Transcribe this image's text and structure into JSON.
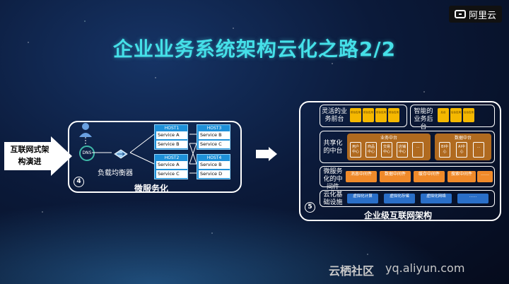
{
  "brand": {
    "logo_text": "阿里云"
  },
  "title": "企业业务系统架构云化之路2/2",
  "evolution": {
    "label": "互联网式架构演进"
  },
  "microservice": {
    "badge": "4",
    "caption": "微服务化",
    "dns_label": "DNS",
    "lb_label": "负载均衡器",
    "hosts": [
      {
        "name": "HOST1",
        "services": [
          "Service A",
          "Service B"
        ]
      },
      {
        "name": "HOST3",
        "services": [
          "Service B",
          "Service C"
        ]
      },
      {
        "name": "HOST2",
        "services": [
          "Service A",
          "Service C"
        ]
      },
      {
        "name": "HOST4",
        "services": [
          "Service B",
          "Service D"
        ]
      }
    ]
  },
  "enterprise": {
    "badge": "5",
    "caption": "企业级互联网架构",
    "rows": {
      "front": {
        "label": "灵活的业务前台",
        "tiles": [
          "前台应用",
          "前台应用",
          "前台应用",
          "前台应用"
        ],
        "right_label": "智能的业务后台",
        "right_tiles": [
          "后台",
          "后台应用",
          "后台应用"
        ]
      },
      "middle": {
        "label": "共享化的中台",
        "biz_title": "业务中台",
        "biz_tiles": [
          "用户中心",
          "商品中心",
          "交易中心",
          "店铺中心",
          "…"
        ],
        "data_title": "数据中台",
        "data_tiles": [
          "BI中心",
          "AI中心",
          "…"
        ]
      },
      "mw": {
        "label": "微服务化的中间件",
        "tiles": [
          "消息中间件",
          "数据中间件",
          "缓存中间件",
          "搜索中间件",
          "……"
        ]
      },
      "infra": {
        "label": "云化基础设施",
        "tiles": [
          "虚拟化计算",
          "虚拟化存储",
          "虚拟化网络",
          "……"
        ]
      }
    }
  },
  "footer": {
    "site": "云栖社区",
    "url": "yq.aliyun.com"
  }
}
